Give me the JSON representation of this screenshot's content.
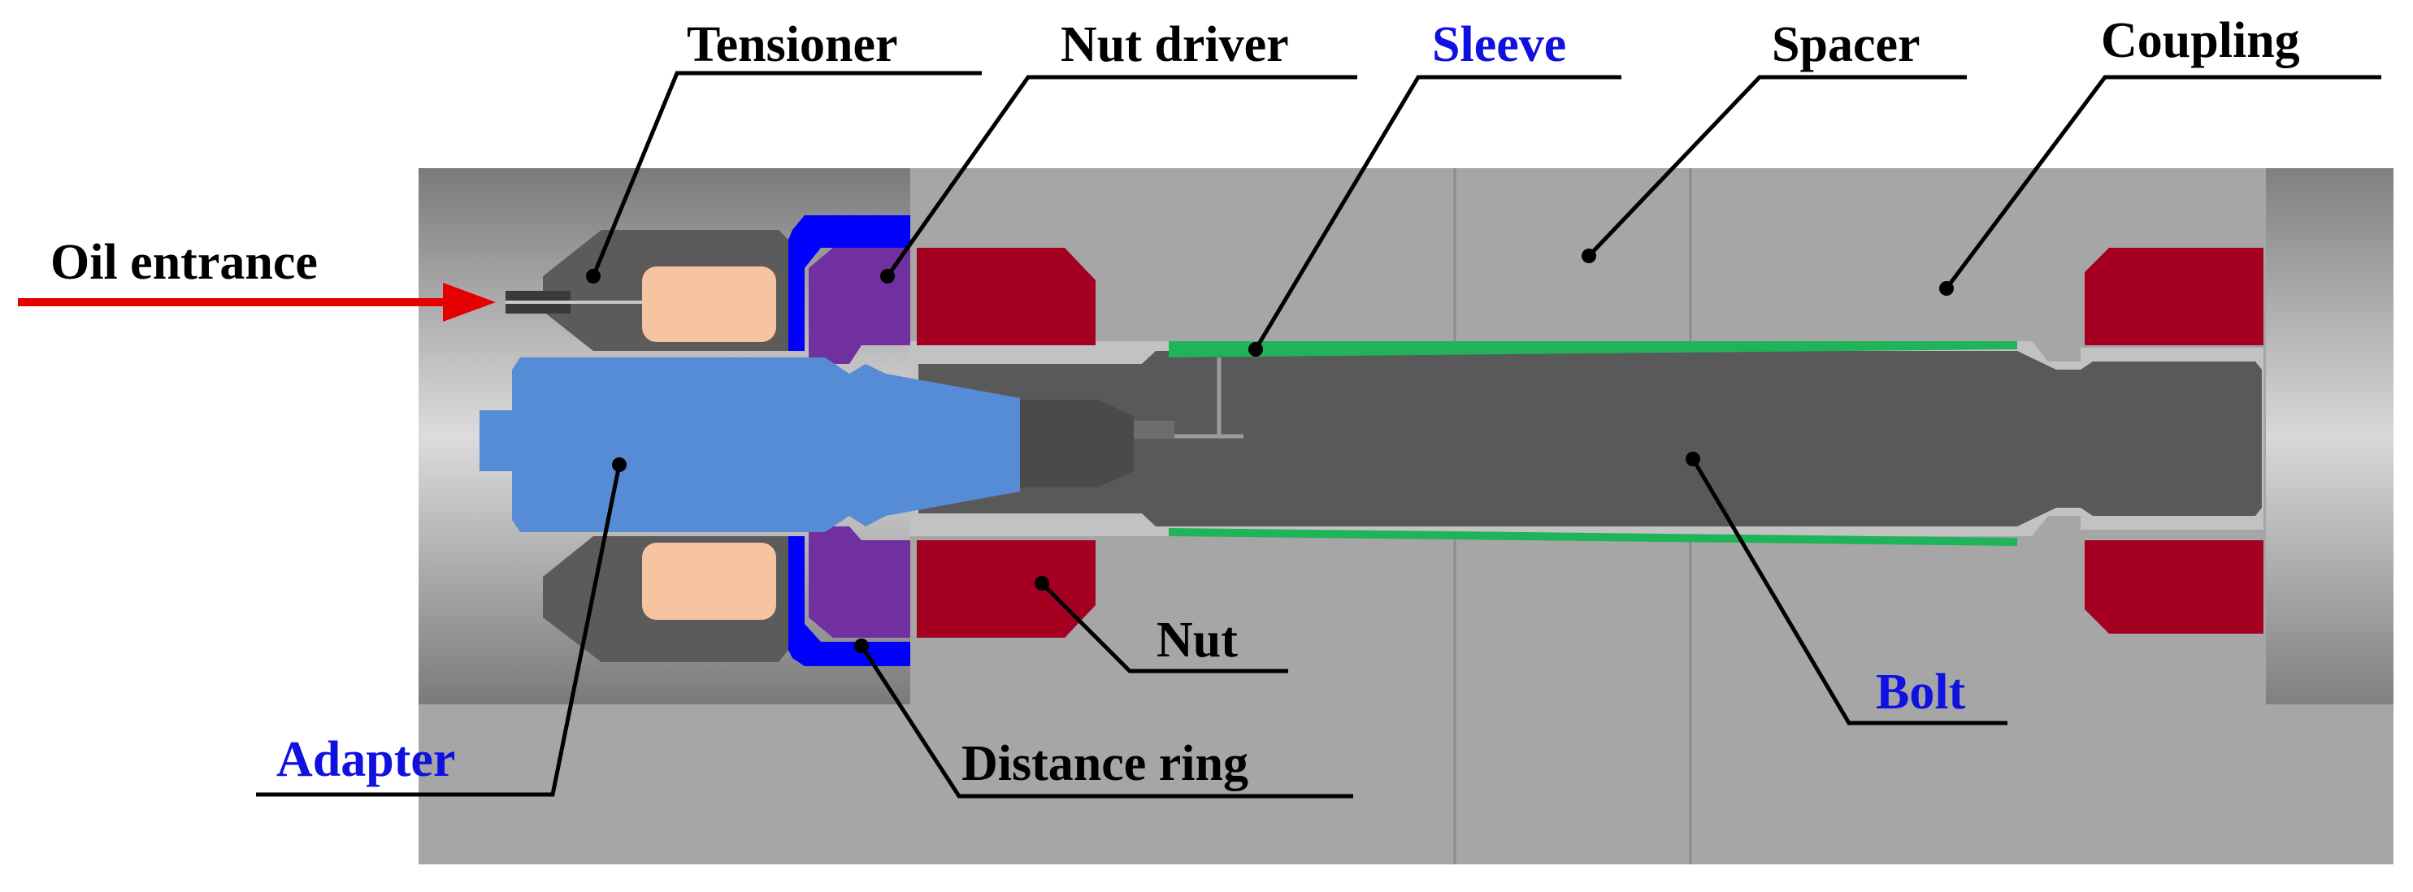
{
  "labels": {
    "tensioner": "Tensioner",
    "nut_driver": "Nut driver",
    "sleeve": "Sleeve",
    "spacer": "Spacer",
    "coupling": "Coupling",
    "oil_entrance": "Oil entrance",
    "adapter": "Adapter",
    "nut": "Nut",
    "distance_ring": "Distance ring",
    "bolt": "Bolt"
  },
  "colors": {
    "black_label": "#000000",
    "blue_label": "#1010e0",
    "oil_arrow": "#e60000",
    "spacer_body": "#a6a6a6",
    "tensioner_housing": "#5b5b5b",
    "piston": "#f6c4a0",
    "adapter": "#568bd6",
    "nut_driver": "#7030a0",
    "distance_ring": "#0000ff",
    "nut": "#a50021",
    "bolt": "#595959",
    "sleeve": "#1fb35a"
  }
}
